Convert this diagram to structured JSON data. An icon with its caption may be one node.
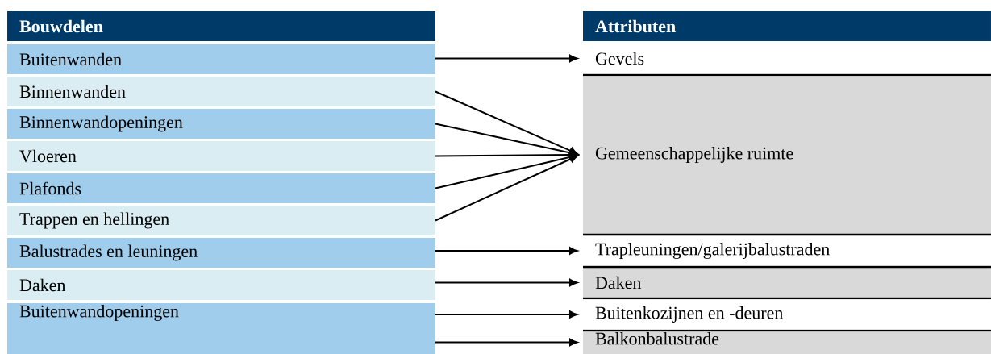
{
  "diagram": {
    "nodes": [
      {
        "text": [
          "Bouwdelen"
        ]
      },
      {
        "text": [
          "Buitenwanden"
        ]
      },
      {
        "text": [
          "Binnenwanden"
        ]
      },
      {
        "text": [
          "Binnenwandopeningen"
        ]
      },
      {
        "text": [
          "Vloeren"
        ]
      },
      {
        "text": [
          "Plafonds"
        ]
      },
      {
        "text": [
          "Trappen en hellingen"
        ]
      },
      {
        "text": [
          "Balustrades en leuningen"
        ]
      },
      {
        "text": [
          "Daken"
        ]
      },
      {
        "text": [
          "Buitenwandopeningen"
        ]
      },
      {
        "text": [
          "Attributen"
        ]
      },
      {
        "text": [
          "Gevels"
        ]
      },
      {
        "text": [
          "Gemeenschappelijke ruimte"
        ]
      },
      {
        "text": [
          "Trapleuningen/galerijbalustraden"
        ]
      },
      {
        "text": [
          "Daken"
        ]
      },
      {
        "text": [
          "Buitenkozijnen en -deuren"
        ]
      },
      {
        "text": [
          "Balkonbalustrade"
        ]
      }
    ],
    "edges": [
      {
        "from": 1,
        "to": 11,
        "arrow": "to"
      },
      {
        "from": 2,
        "to": 12,
        "arrow": "to"
      },
      {
        "from": 3,
        "to": 12,
        "arrow": "to"
      },
      {
        "from": 4,
        "to": 12,
        "arrow": "to"
      },
      {
        "from": 5,
        "to": 12,
        "arrow": "to"
      },
      {
        "from": 6,
        "to": 12,
        "arrow": "to"
      },
      {
        "from": 7,
        "to": 13,
        "arrow": "to"
      },
      {
        "from": 8,
        "to": 14,
        "arrow": "to"
      },
      {
        "from": 9,
        "to": 15,
        "arrow": "to"
      },
      {
        "from": 9,
        "to": 16,
        "arrow": "to"
      }
    ]
  }
}
